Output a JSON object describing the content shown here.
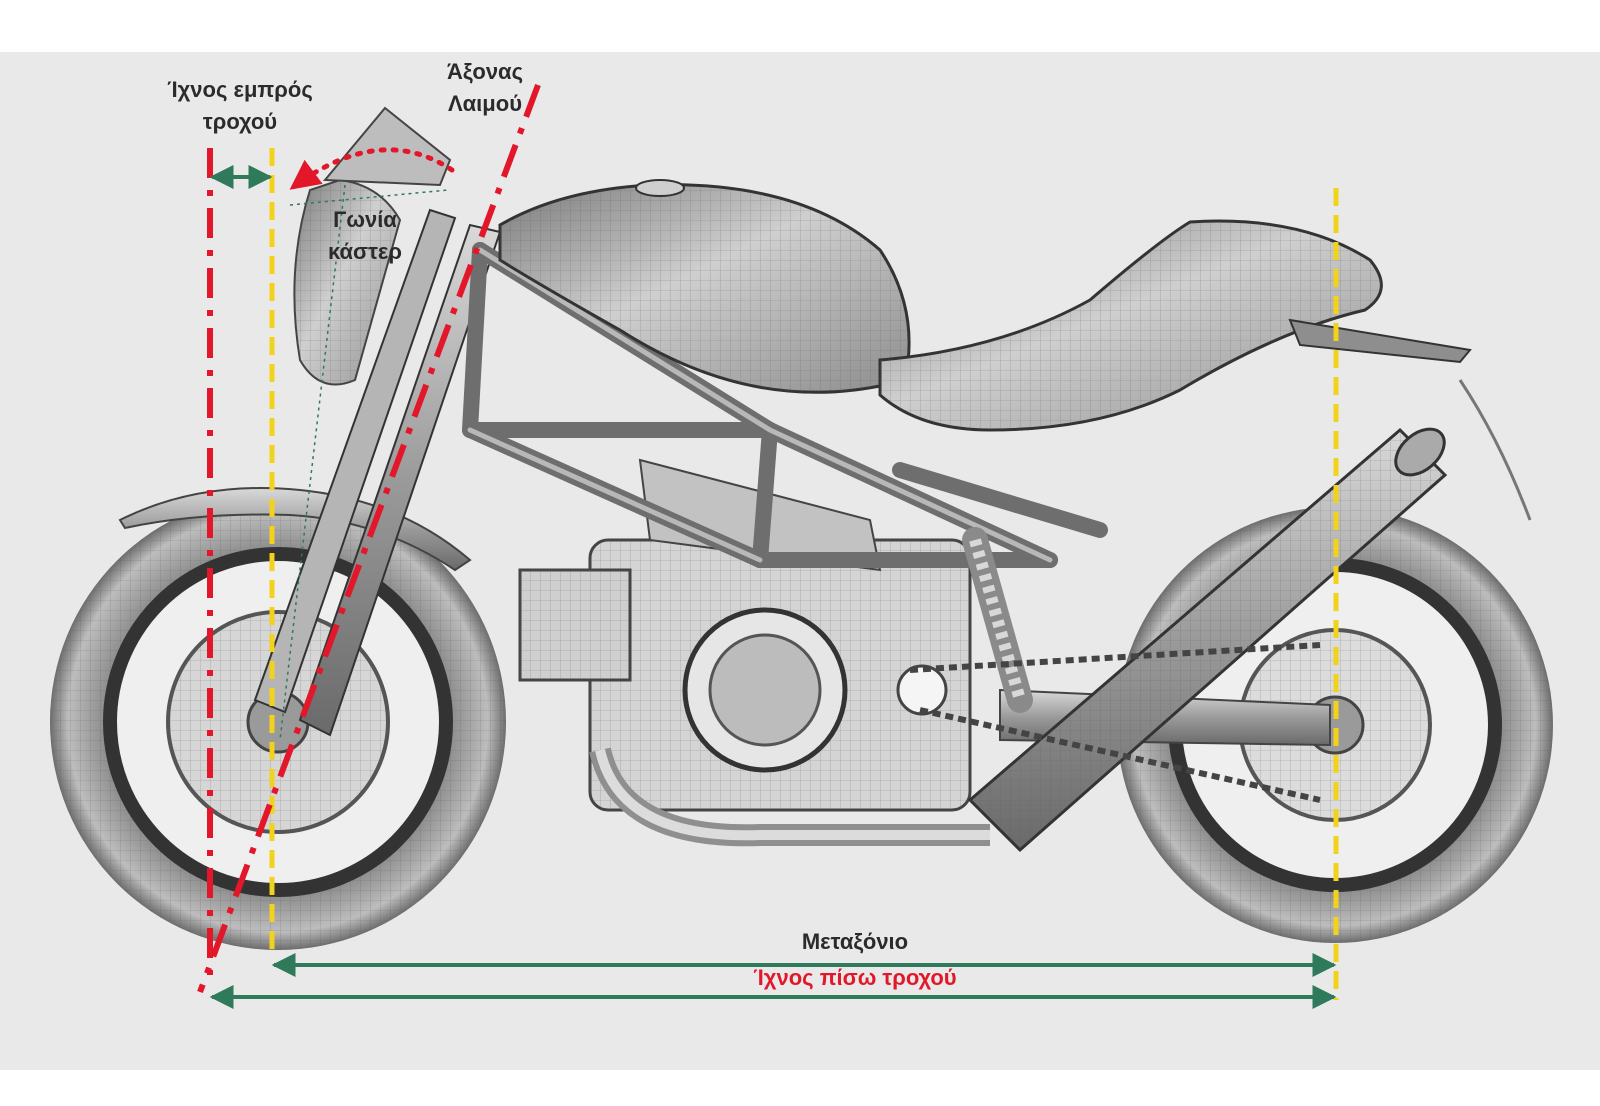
{
  "labels": {
    "front_trail": "Ίχνος εμπρός\nτροχού",
    "steering_axis": "Άξονας\nΛαιμού",
    "caster_angle": "Γωνία\nκάστερ",
    "wheelbase": "Μεταξόνιο",
    "rear_trail": "Ίχνος πίσω τροχού"
  },
  "colors": {
    "steering_axis_line": "#e2182a",
    "wheel_contact_line": "#f2d21b",
    "dimension_arrow": "#2e7a5a",
    "rear_trail_text": "#e2182a",
    "label_text": "#2b2b2b"
  },
  "icons": {
    "motorcycle": "motorcycle-wireframe-side-view"
  }
}
